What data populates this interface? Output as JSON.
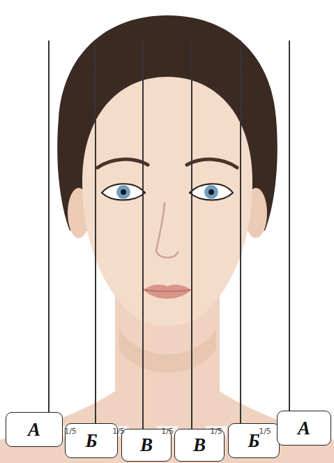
{
  "diagram": {
    "nodes": [
      {
        "text": [
          "А"
        ]
      },
      {
        "text": [
          "Б"
        ]
      },
      {
        "text": [
          "В"
        ]
      },
      {
        "text": [
          "В"
        ]
      },
      {
        "text": [
          "Б"
        ]
      },
      {
        "text": [
          "А"
        ]
      }
    ],
    "labels": [
      "1/5",
      "1/5",
      "1/5",
      "1/5",
      "1/5"
    ]
  }
}
